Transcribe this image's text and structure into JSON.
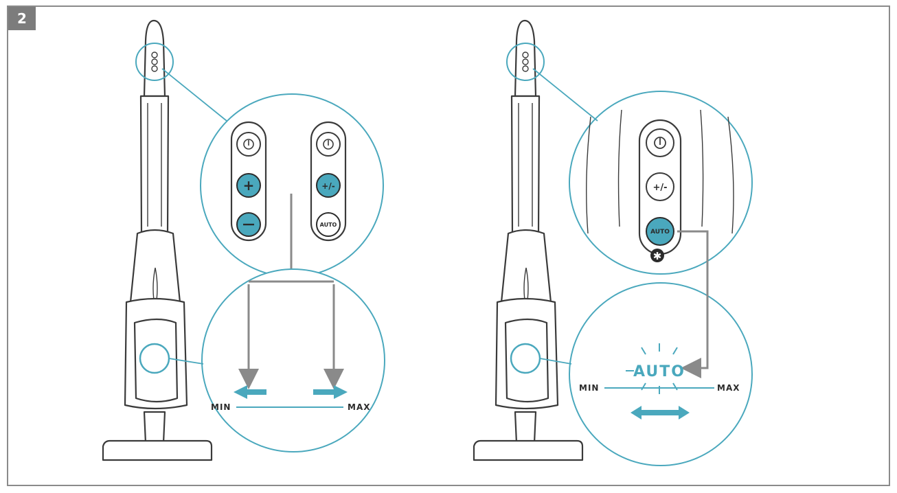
{
  "step": {
    "number": "2"
  },
  "left_panel": {
    "buttons_a": [
      "power-button",
      "plus-button",
      "minus-button"
    ],
    "buttons_b": {
      "plus_minus": "+/-",
      "auto": "AUTO"
    },
    "scale": {
      "min": "MIN",
      "max": "MAX"
    }
  },
  "right_panel": {
    "buttons": {
      "plus_minus": "+/-",
      "auto": "AUTO"
    },
    "display": {
      "auto": "AUTO"
    },
    "scale": {
      "min": "MIN",
      "max": "MAX"
    }
  },
  "colors": {
    "accent": "#4aa8bd",
    "line": "#3a3a3a",
    "connector": "#8a8a8a",
    "frame": "#8a8a8a"
  }
}
